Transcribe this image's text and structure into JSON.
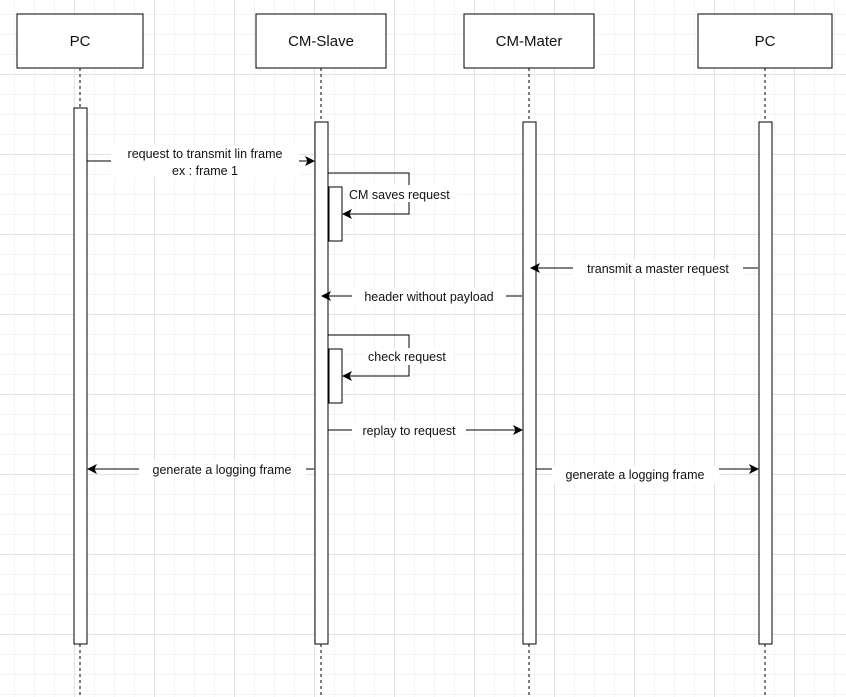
{
  "participants": [
    {
      "id": "pc_left",
      "label": "PC"
    },
    {
      "id": "cm_slave",
      "label": "CM-Slave"
    },
    {
      "id": "cm_master",
      "label": "CM-Mater"
    },
    {
      "id": "pc_right",
      "label": "PC"
    }
  ],
  "messages": [
    {
      "id": "msg1",
      "from": "pc_left",
      "to": "cm_slave",
      "lines": [
        "request to transmit lin frame",
        "ex : frame 1"
      ]
    },
    {
      "id": "self1",
      "from": "cm_slave",
      "to": "cm_slave",
      "self": true,
      "lines": [
        "CM saves request"
      ]
    },
    {
      "id": "msg2",
      "from": "pc_right",
      "to": "cm_master",
      "lines": [
        "transmit a master request"
      ]
    },
    {
      "id": "msg3",
      "from": "cm_master",
      "to": "cm_slave",
      "lines": [
        "header without payload"
      ]
    },
    {
      "id": "self2",
      "from": "cm_slave",
      "to": "cm_slave",
      "self": true,
      "lines": [
        "check request"
      ]
    },
    {
      "id": "msg4",
      "from": "cm_slave",
      "to": "cm_master",
      "lines": [
        "replay to request"
      ]
    },
    {
      "id": "msg5",
      "from": "cm_slave",
      "to": "pc_left",
      "lines": [
        "generate a logging frame"
      ]
    },
    {
      "id": "msg6",
      "from": "cm_master",
      "to": "pc_right",
      "lines": [
        "generate a logging frame"
      ]
    }
  ]
}
